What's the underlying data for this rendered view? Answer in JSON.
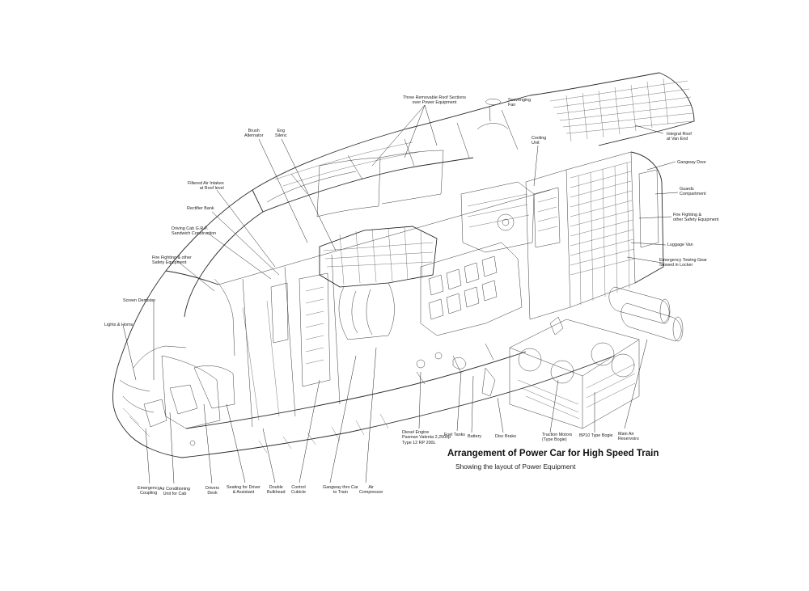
{
  "diagram": {
    "title": "Arrangement of Power Car for High Speed Train",
    "subtitle": "Showing the layout of Power Equipment",
    "labels": {
      "roof_sections": "Three Removable Roof Sections\nover Power Equipment",
      "scavenging_fan": "Scavenging\nFan",
      "integral_roof": "Integral Roof\nat Van End",
      "brush_alternator": "Brush\nAlternator",
      "eng_silenc": "Eng\nSilenc",
      "cooling_unit": "Cooling\nUnit",
      "gangway_door": "Gangway Door",
      "filtered_air": "Filtered Air Intakes\nat Roof level",
      "guards_compartment": "Guards\nCompartment",
      "rectifier_bank": "Rectifier Bank",
      "fire_fighting_right": "Fire Fighting &\nother Safety Equipment",
      "driving_cab": "Driving Cab G.R.P.\nSandwich Construction",
      "luggage_van": "Luggage Van",
      "fire_fighting_left": "Fire Fighting & other\nSafety Equipment",
      "emergency_towing": "Emergency Towing Gear\nStowed in Locker",
      "screen_demister": "Screen Demister",
      "lights_horns": "Lights & Horns",
      "diesel_engine": "Diesel Engine\nPaxman Valenta 2,250hp\nType 12 RP 200L",
      "fuel_tanks": "Fuel Tanks",
      "battery": "Battery",
      "disc_brake": "Disc Brake",
      "traction_motors": "Traction Motors\n(Type Bogie)",
      "bp10_bogie": "BP10 Type Bogie",
      "main_air": "Main Air\nReservoirs",
      "emergency_coupling": "Emergency\nCoupling",
      "air_conditioning": "Air Conditioning\nUnit for Cab",
      "drivers_desk": "Drivers\nDesk",
      "seating": "Seating for Driver\n& Assistant",
      "double_bulkhead": "Double\nBulkhead",
      "control_cubicle": "Control\nCubicle",
      "gangway_thro_car": "Gangway thro Car\nto Train",
      "air_compressor": "Air\nCompressor"
    }
  }
}
